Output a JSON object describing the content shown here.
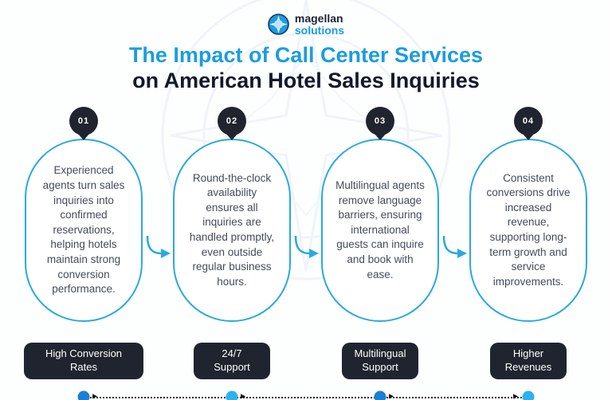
{
  "logo": {
    "icon": "compass-icon",
    "line1": "magellan",
    "line2": "solutions"
  },
  "title": {
    "line1": "The Impact of Call Center Services",
    "line2": "on American Hotel Sales Inquiries"
  },
  "steps": [
    {
      "number": "01",
      "text": "Experienced agents turn sales inquiries into confirmed reservations, helping hotels maintain strong conversion performance.",
      "label": "High Conversion Rates"
    },
    {
      "number": "02",
      "text": "Round-the-clock availability ensures all inquiries are handled promptly, even outside regular business hours.",
      "label": "24/7 Support"
    },
    {
      "number": "03",
      "text": "Multilingual agents remove language barriers, ensuring international guests can inquire and book with ease.",
      "label": "Multilingual Support"
    },
    {
      "number": "04",
      "text": "Consistent conversions drive increased revenue, supporting long-term growth and service improvements.",
      "label": "Higher Revenues"
    }
  ],
  "colors": {
    "accent_blue": "#1b9ce2",
    "capsule_border": "#2aa9e0",
    "dark": "#20242e",
    "title_dark": "#14182b",
    "dot_dark_blue": "#1b7fd4",
    "dot_light_blue": "#2fb1ef"
  }
}
